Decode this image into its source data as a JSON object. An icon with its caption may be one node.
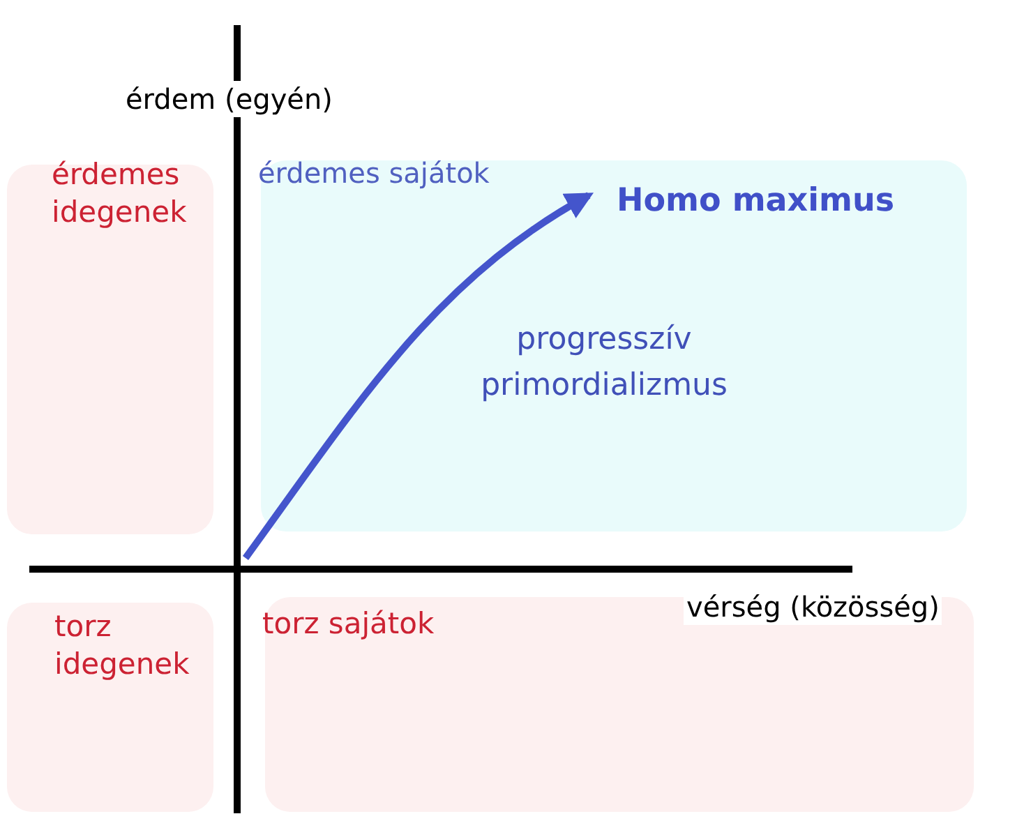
{
  "diagram": {
    "nodes": [
      {
        "text": [
          "érdemes idegenek"
        ]
      },
      {
        "text": [
          "érdemes sajátok",
          "progresszív primordializmus"
        ]
      },
      {
        "text": [
          "Homo maximus"
        ],
        "in": 1
      },
      {
        "text": [
          "torz idegenek"
        ]
      },
      {
        "text": [
          "torz sajátok"
        ]
      }
    ],
    "edges": [
      {
        "from": null,
        "to": 2,
        "arrow": "to"
      }
    ],
    "labels": [
      "érdem (egyén)",
      "vérség (közösség)"
    ]
  }
}
